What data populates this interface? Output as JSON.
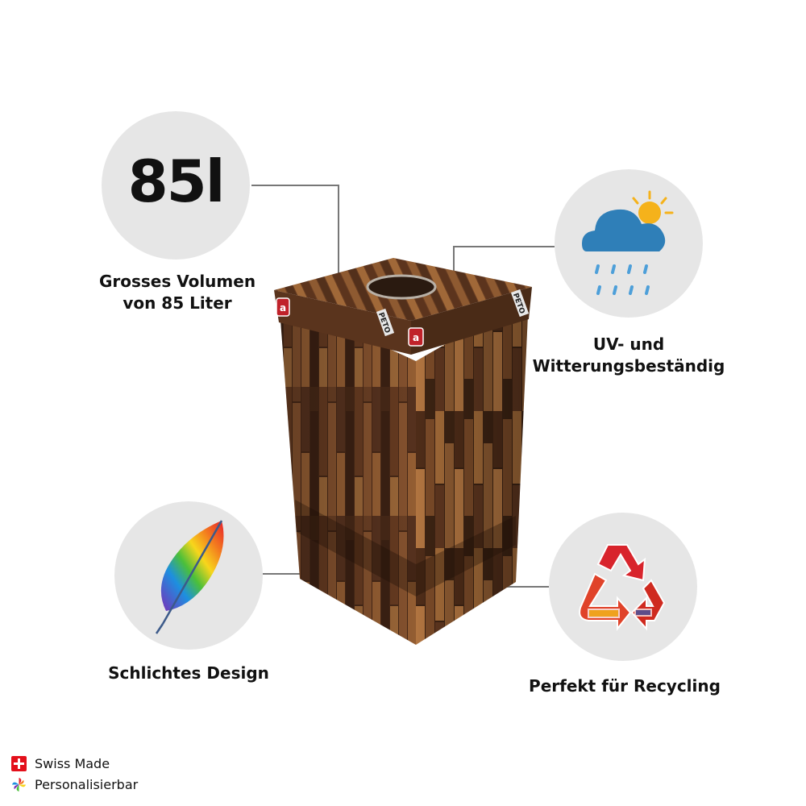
{
  "volume": {
    "value": "85l",
    "label_line1": "Grosses Volumen",
    "label_line2": "von 85 Liter"
  },
  "weather": {
    "icon": "cloud-rain-sun-icon",
    "label_line1": "UV- und",
    "label_line2": "Witterungsbeständig"
  },
  "design": {
    "icon": "rainbow-feather-icon",
    "label": "Schlichtes Design"
  },
  "recycling": {
    "icon": "recycling-arrows-icon",
    "label": "Perfekt für Recycling"
  },
  "footer": {
    "swiss_made": "Swiss Made",
    "personalizable": "Personalisierbar"
  },
  "product": {
    "badge_text": "PETO",
    "logo_mark": "a"
  },
  "colors": {
    "circle_bg": "#e6e6e6",
    "connector": "#777777",
    "cloud": "#2f7fb8",
    "sun": "#f5b21b",
    "rain": "#4d9fd9"
  }
}
